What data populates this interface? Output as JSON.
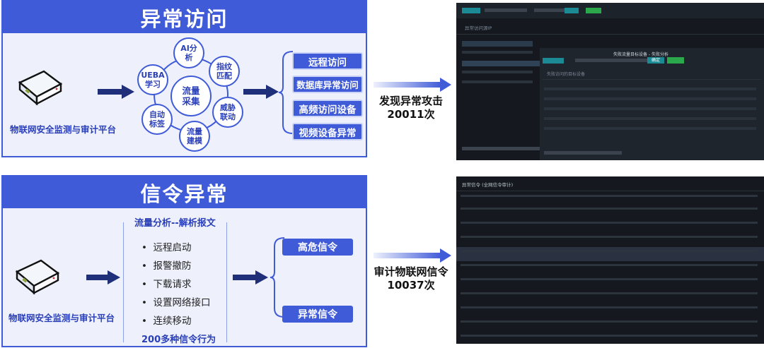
{
  "top": {
    "title": "异常访问",
    "platform_label": "物联网安全监测与审计平台",
    "center_circle": "流量\n采集",
    "outer_circles": [
      "AI分\n析",
      "指纹\n匹配",
      "威胁\n联动",
      "流量\n建模",
      "自动\n标签",
      "UEBA\n学习"
    ],
    "results": [
      "远程访问",
      "数据库异常访问",
      "高频访问设备",
      "视频设备异常"
    ],
    "stat_line1": "发现异常攻击",
    "stat_line2": "20011次",
    "screenshot": {
      "section_title": "异常访问源IP",
      "overlay_title": "失败流量目标设备 - 失败分析",
      "overlay_subtitle": "失败访问的目标设备",
      "confirm": "确定"
    }
  },
  "bottom": {
    "title": "信令异常",
    "platform_label": "物联网安全监测与审计平台",
    "heading": "流量分析--解析报文",
    "bullets": [
      "远程启动",
      "报警撤防",
      "下载请求",
      "设置网络接口",
      "连续移动"
    ],
    "footer": "200多种信令行为",
    "results": [
      "高危信令",
      "异常信令"
    ],
    "stat_line1": "审计物联网信令",
    "stat_line2": "10037次",
    "screenshot": {
      "title": "异常信令 (全网信令审计)"
    }
  },
  "colors": {
    "brand_blue": "#3f5bd8",
    "dark_navy": "#1f2f7a",
    "panel_bg": "#eef1fc"
  }
}
